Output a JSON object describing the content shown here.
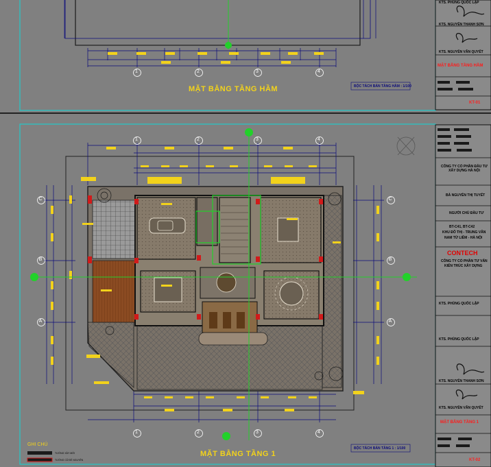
{
  "sheets": {
    "upper": {
      "title": "MẶT BẰNG TẦNG HẦM",
      "grid_labels": [
        "1",
        "2",
        "3",
        "4"
      ],
      "scale_note": "BỘC TÁCH BẢN TẦNG HẦM : 1/100"
    },
    "lower": {
      "title": "MẶT BẰNG TẦNG 1",
      "grid_labels_top": [
        "1",
        "2",
        "3",
        "4"
      ],
      "grid_labels_bottom": [
        "1",
        "2",
        "3",
        "4"
      ],
      "grid_labels_side": [
        "C",
        "B",
        "A"
      ],
      "scale_note": "BỘC TÁCH BẢN TẦNG 1 : 1/100"
    }
  },
  "title_block_upper": {
    "architect_1": "KTS. PHÙNG QUỐC LẬP",
    "architect_2": "KTS. NGUYỄN THANH SƠN",
    "architect_3": "KTS. NGUYỄN VĂN QUYẾT",
    "drawing_name": "MẶT BẰNG TẦNG HẦM",
    "sheet_no": "KT-01"
  },
  "title_block_lower": {
    "company": "CÔNG TY CỔ PHẦN ĐẦU TƯ XÂY DỰNG HÀ NỘI",
    "owner": "BÀ NGUYỄN THỊ TUYẾT",
    "lead": "NGƯỜI CHỦ ĐẦU TƯ",
    "address_1": "BT-C41, BT-C42",
    "address_2": "KHU ĐÔ THỊ - TRUNG VĂN",
    "address_3": "NAM TỪ LIÊM - HÀ NỘI",
    "brand": "CONTECH",
    "brand_sub_1": "CÔNG TY CỔ PHẦN TƯ VẤN",
    "brand_sub_2": "KIẾN TRÚC XÂY DỰNG",
    "architect_1": "KTS. PHÙNG QUỐC LẬP",
    "architect_2": "KTS. NGUYỄN THANH SƠN",
    "architect_3": "KTS. NGUYỄN VĂN QUYẾT",
    "drawing_name": "MẶT BẰNG TẦNG 1",
    "sheet_no": "KT-02"
  },
  "legend": {
    "title": "GHI CHÚ",
    "items": [
      "TƯỜNG XÂY MỚI",
      "TƯỜNG CŨ ĐỂ NGUYÊN"
    ]
  },
  "colors": {
    "background": "#808080",
    "frame": "#22c9c9",
    "dimension": "#0a0a7a",
    "text_yellow": "#f2d21b",
    "axis_green": "#22d12a",
    "wall_red": "#d11a1a",
    "wood": "#8a4a1e"
  }
}
